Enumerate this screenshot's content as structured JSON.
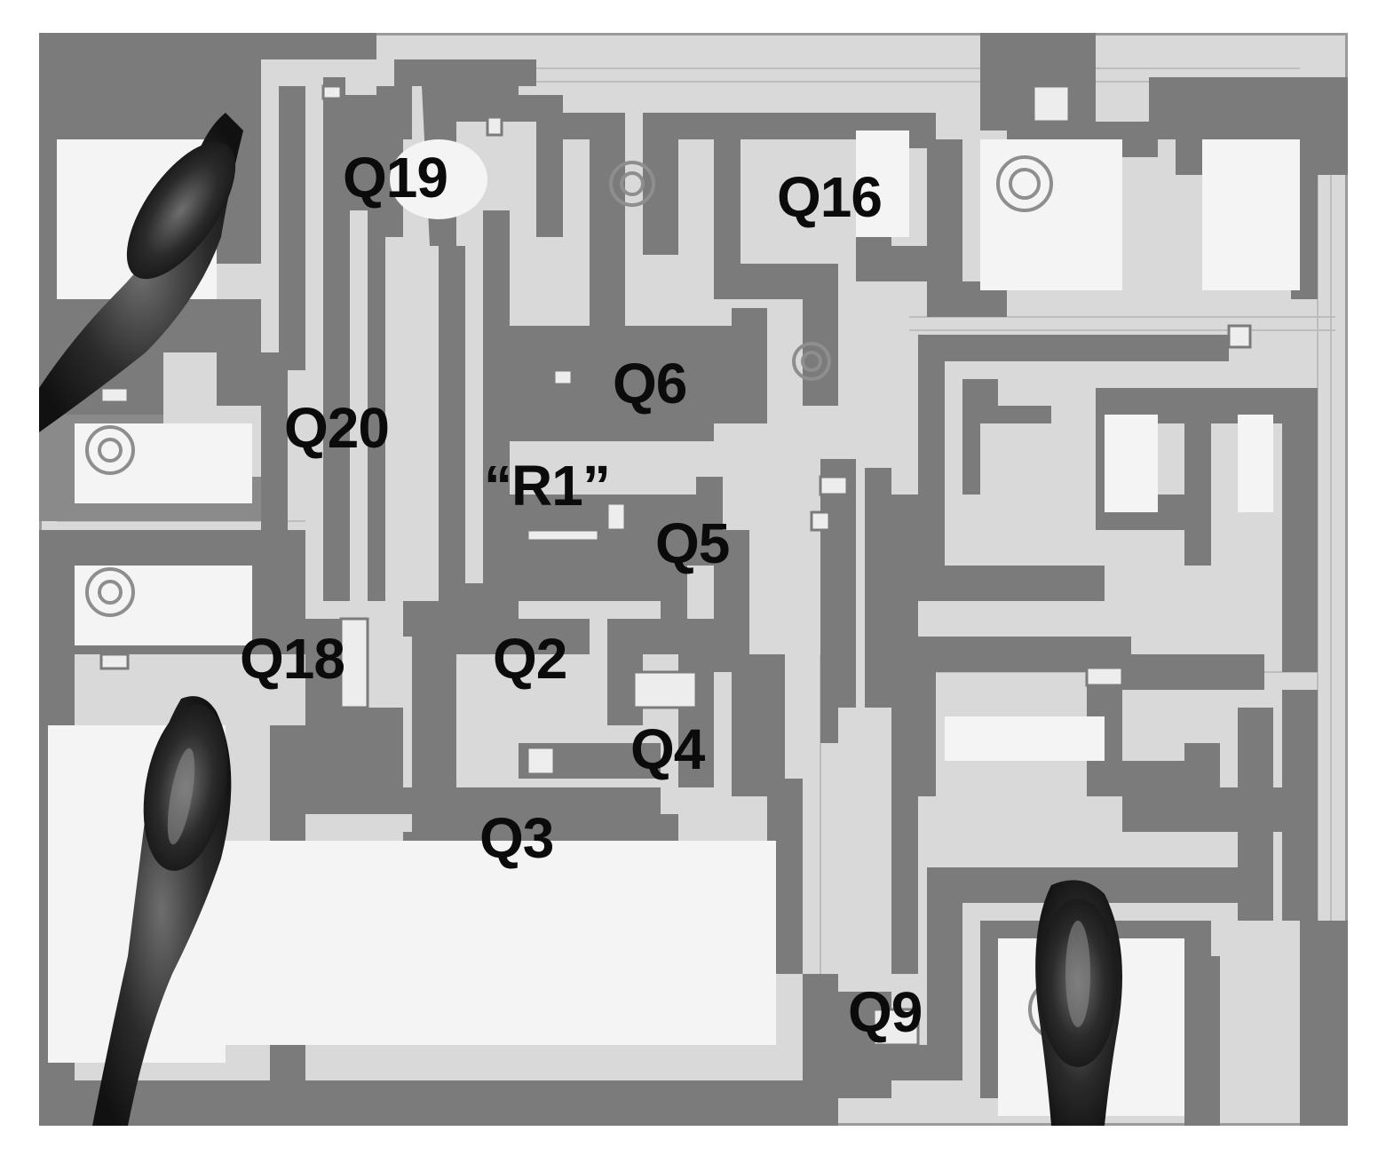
{
  "image": {
    "description_tags": [
      "die-photo",
      "integrated-circuit",
      "bond-wires"
    ],
    "colors": {
      "background": "#ffffff",
      "substrate": "#d7d7d7",
      "metal": "#7a7a7a",
      "bond_wire": "#1a1a1a"
    }
  },
  "labels": {
    "q19": "Q19",
    "q16": "Q16",
    "q6": "Q6",
    "q20": "Q20",
    "r1": "“R1”",
    "q5": "Q5",
    "q18": "Q18",
    "q2": "Q2",
    "q4": "Q4",
    "q3": "Q3",
    "q9": "Q9"
  }
}
